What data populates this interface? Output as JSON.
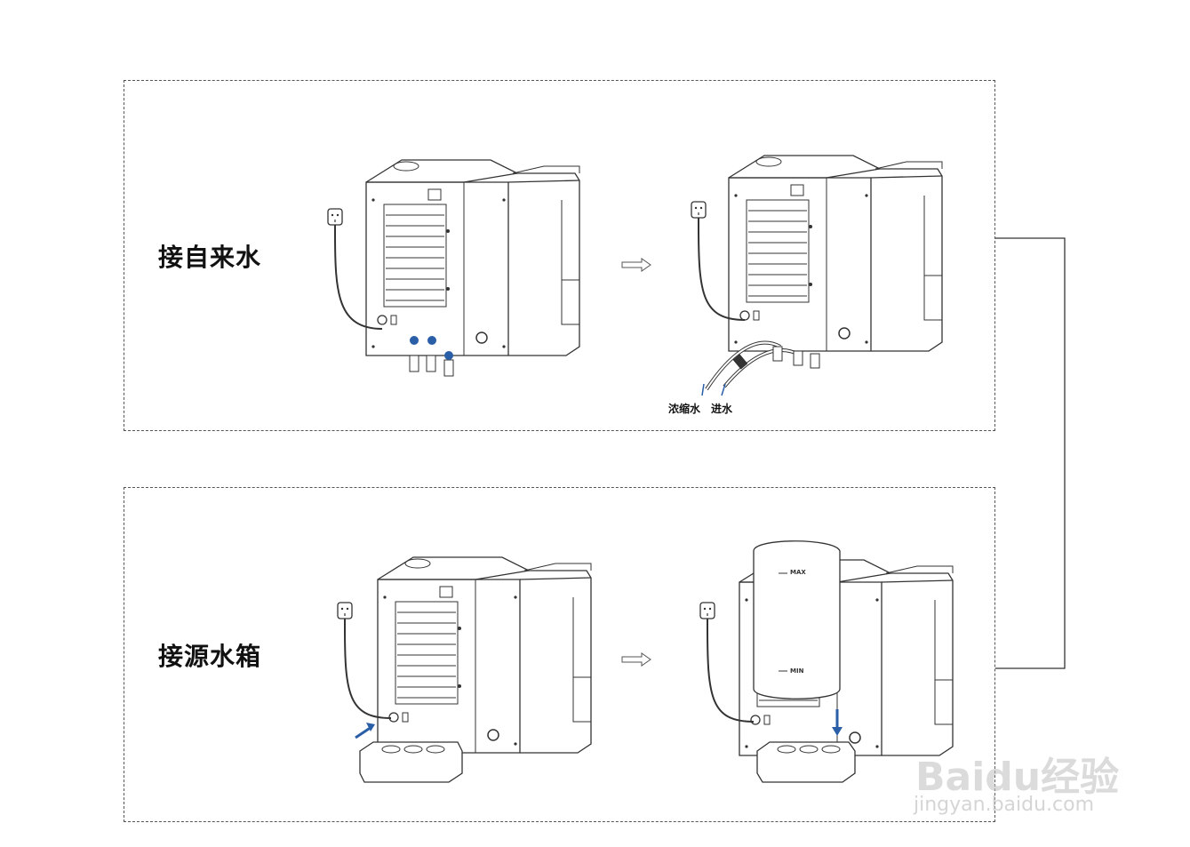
{
  "diagram": {
    "sections": [
      {
        "heading": "接自来水",
        "captions": {
          "waste_water": "浓缩水",
          "inlet_water": "进水"
        }
      },
      {
        "heading": "接源水箱",
        "tank_labels": {
          "max": "MAX",
          "min": "MIN"
        }
      }
    ],
    "colors": {
      "line": "#333333",
      "accent": "#2a5fa8",
      "border": "#555555"
    },
    "icons": [
      "power-plug-icon",
      "arrow-right-icon",
      "blue-arrow-icon",
      "connector-icon"
    ]
  },
  "watermark": {
    "logo": "Baidu经验",
    "url": "jingyan.baidu.com"
  }
}
